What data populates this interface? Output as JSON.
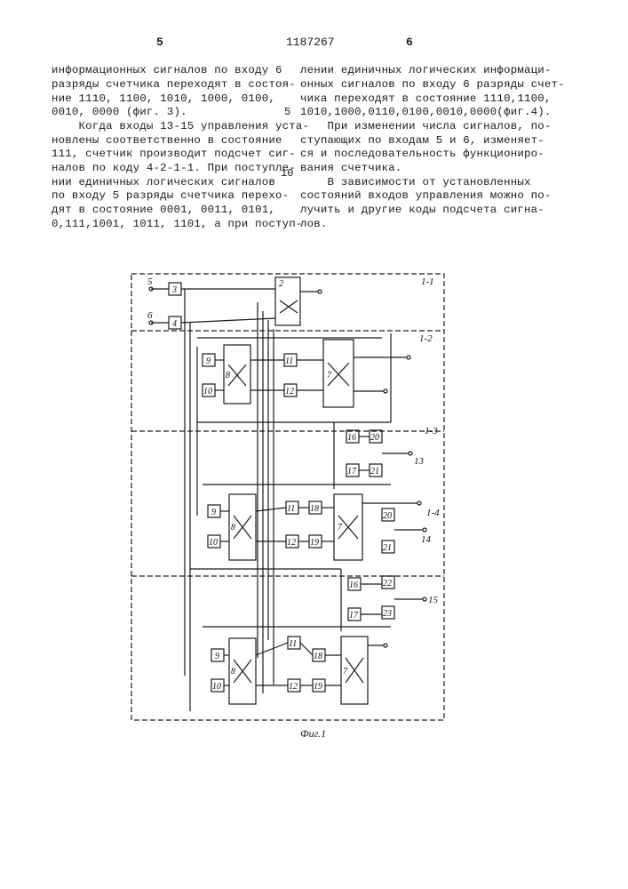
{
  "header": {
    "left_page": "5",
    "patent_number": "1187267",
    "right_page": "6"
  },
  "left_column": [
    "информационных сигналов по входу 6",
    "разряды счетчика переходят в состоя-",
    "ние 1110, 1100, 1010, 1000, 0100,",
    "0010, 0000 (фиг. 3).",
    "    Когда входы 13-15 управления уста-",
    "новлены соответственно в состояние",
    "111, счетчик производит подсчет сиг-",
    "налов по коду 4-2-1-1. При поступле-",
    "нии единичных логических сигналов",
    "по входу 5 разряды счетчика перехо-",
    "дят в состояние 0001, 0011, 0101,",
    "0,111,1001, 1011, 1101, а при поступ-"
  ],
  "right_column": [
    "лении единичных логических информаци-",
    "онных сигналов по входу 6 разряды счет-",
    "чика переходят в состояние 1110,1100,",
    "1010,1000,0110,0100,0010,0000(фиг.4).",
    "    При изменении числа сигналов, по-",
    "ступающих по входам 5 и 6, изменяет-",
    "ся и последовательность функциониро-",
    "вания счетчика.",
    "    В зависимости от установленных",
    "состояний входов управления можно по-",
    "лучить и другие коды подсчета сигна-",
    "лов."
  ],
  "line_numbers": {
    "n5": "5",
    "n10": "10"
  },
  "figure": {
    "caption": "Фиг.1",
    "section_labels": {
      "s1": "1-1",
      "s2": "1-2",
      "s3": "1-3",
      "s4": "1-4"
    },
    "inputs": {
      "in5": "5",
      "in6": "6"
    },
    "control_inputs": {
      "c13": "13",
      "c14": "14",
      "c15": "15"
    },
    "blocks": {
      "b3": "3",
      "b4": "4",
      "b2": "2",
      "b9a": "9",
      "b10a": "10",
      "b8a": "8",
      "b11a": "11",
      "b12a": "12",
      "b7a": "7",
      "b16": "16",
      "b20": "20",
      "b17": "17",
      "b21": "21",
      "b9b": "9",
      "b10b": "10",
      "b8b": "8",
      "b11b": "11",
      "b12b": "12",
      "b18b": "18",
      "b19b": "19",
      "b7b": "7",
      "b20b": "20",
      "b21b": "21",
      "b16c": "16",
      "b22": "22",
      "b17c": "17",
      "b23": "23",
      "b9c": "9",
      "b10c": "10",
      "b8c": "8",
      "b11c": "11",
      "b12c": "12",
      "b18c": "18",
      "b19c": "19",
      "b7c": "7"
    }
  }
}
